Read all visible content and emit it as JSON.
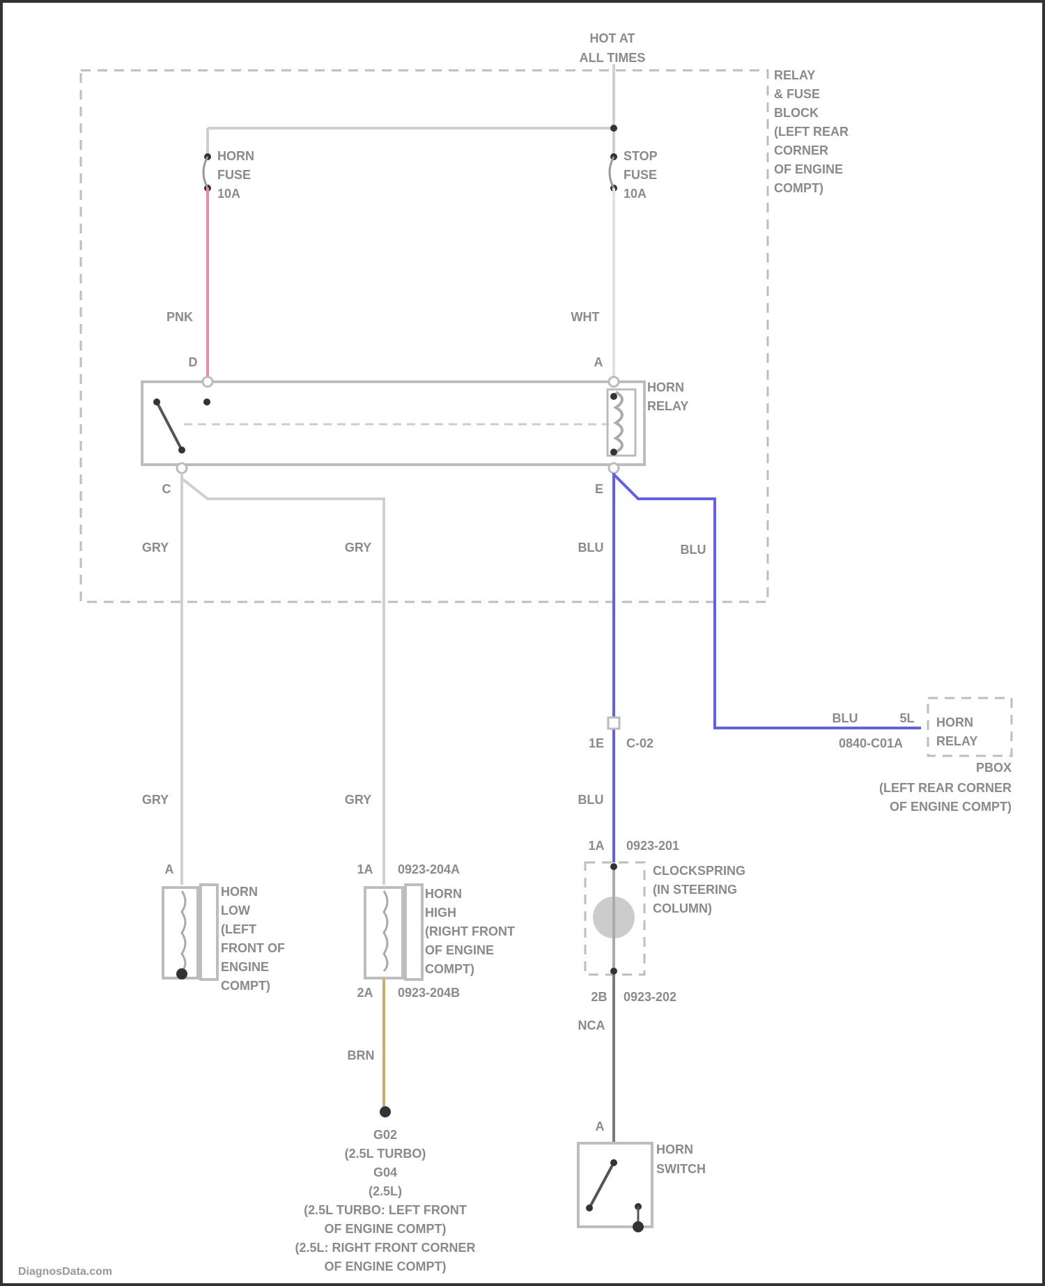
{
  "colors": {
    "pnk": "#f28aa0",
    "wht": "#d6d6d6",
    "gry": "#c8c8c8",
    "blu": "#6060f0",
    "brn": "#c8b06a",
    "nca": "#7a7a7a"
  },
  "power": {
    "line1": "HOT AT",
    "line2": "ALL TIMES"
  },
  "relay_fuse_block": [
    "RELAY",
    "& FUSE",
    "BLOCK",
    "(LEFT REAR",
    "CORNER",
    "OF ENGINE",
    "COMPT)"
  ],
  "horn_fuse": [
    "HORN",
    "FUSE",
    "10A"
  ],
  "stop_fuse": [
    "STOP",
    "FUSE",
    "10A"
  ],
  "horn_relay": [
    "HORN",
    "RELAY"
  ],
  "pins": {
    "d": "D",
    "a": "A",
    "c": "C",
    "e": "E",
    "horn_low_a": "A",
    "horn_high_1a": "1A",
    "horn_high_2a": "2A",
    "clock_1a": "1A",
    "clock_2b": "2B",
    "switch_a": "A",
    "c02_pin": "1E",
    "remote_pin": "5L"
  },
  "wires": {
    "pnk": "PNK",
    "wht": "WHT",
    "gry": "GRY",
    "blu": "BLU",
    "brn": "BRN",
    "nca": "NCA"
  },
  "connectors": {
    "c02": "C-02",
    "clock_top": "0923-201",
    "clock_bottom": "0923-202",
    "horn_high_top": "0923-204A",
    "horn_high_bottom": "0923-204B",
    "remote": "0840-C01A"
  },
  "remote_relay": {
    "label": [
      "HORN",
      "RELAY"
    ],
    "location": [
      "PBOX",
      "(LEFT REAR CORNER",
      "OF ENGINE COMPT)"
    ]
  },
  "clockspring": [
    "CLOCKSPRING",
    "(IN STEERING",
    "COLUMN)"
  ],
  "horn_low": [
    "HORN",
    "LOW",
    "(LEFT",
    "FRONT OF",
    "ENGINE",
    "COMPT)"
  ],
  "horn_high": [
    "HORN",
    "HIGH",
    "(RIGHT FRONT",
    "OF ENGINE",
    "COMPT)"
  ],
  "horn_switch": [
    "HORN",
    "SWITCH"
  ],
  "ground": [
    "G02",
    "(2.5L TURBO)",
    "G04",
    "(2.5L)",
    "(2.5L TURBO: LEFT FRONT",
    "OF ENGINE COMPT)",
    "(2.5L: RIGHT FRONT CORNER",
    "OF ENGINE COMPT)"
  ],
  "watermark": "DiagnosData.com"
}
